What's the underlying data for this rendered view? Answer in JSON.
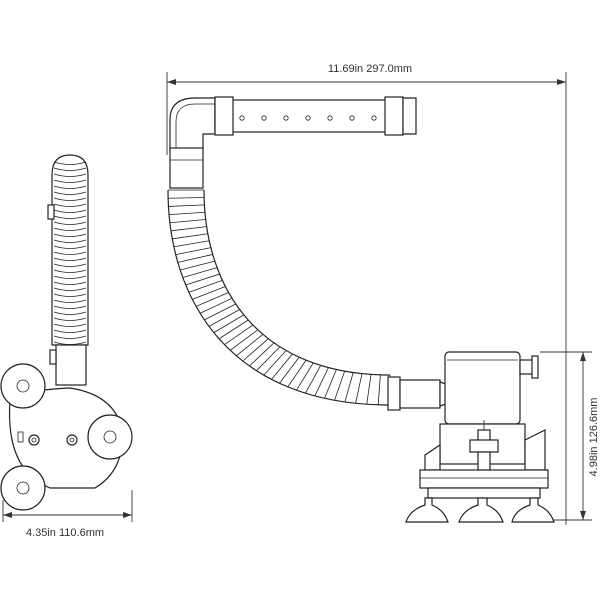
{
  "dimensions": {
    "width_label": "11.69in 297.0mm",
    "height_label": "4.98in 126.6mm",
    "base_label": "4.35in 110.6mm"
  }
}
